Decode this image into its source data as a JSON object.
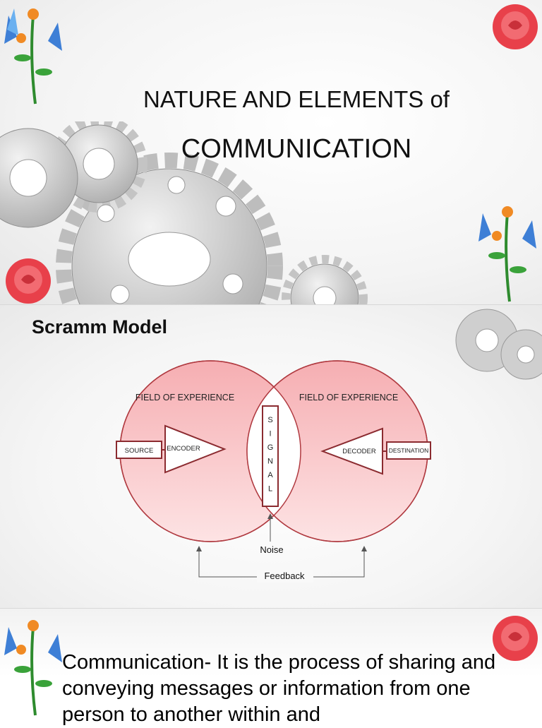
{
  "slide1": {
    "title_line1": "NATURE AND ELEMENTS of",
    "title_line2": "COMMUNICATION"
  },
  "slide2": {
    "heading": "Scramm Model",
    "diagram": {
      "field_left": "FIELD OF EXPERIENCE",
      "field_right": "FIELD OF EXPERIENCE",
      "source": "SOURCE",
      "encoder": "ENCODER",
      "signal_letters": [
        "S",
        "I",
        "G",
        "N",
        "A",
        "L"
      ],
      "decoder": "DECODER",
      "destination": "DESTINATION",
      "noise": "Noise",
      "feedback": "Feedback"
    }
  },
  "slide3": {
    "body": "Communication- It is the process of sharing and conveying messages or information from one person to another within and"
  },
  "colors": {
    "circle_fill_top": "#f7b5b9",
    "circle_fill_bottom": "#fbd9db",
    "circle_stroke": "#b03a40",
    "gear": "#c9c9c9",
    "rose": "#e8404a"
  },
  "icons": [
    "gear-cluster",
    "rose-icon",
    "butterfly-flower-icon"
  ]
}
